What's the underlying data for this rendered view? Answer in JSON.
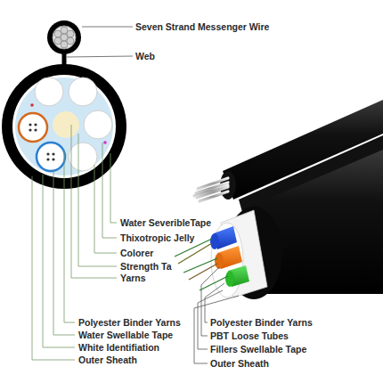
{
  "diagram": {
    "labels": [
      "Seven Strand Messenger Wire",
      "Web",
      "Water SeveribleTape",
      "Thixotropic Jelly",
      "Colorer",
      "Strength Ta",
      "Yarns",
      "Polyester Binder Yarns",
      "Water Swellable Tape",
      "White Identifiation",
      "Outer Sheath",
      "Polyester Binder Yarns",
      "PBT Loose Tubes",
      "Fillers Swellable Tape",
      "Outer Sheath"
    ]
  }
}
